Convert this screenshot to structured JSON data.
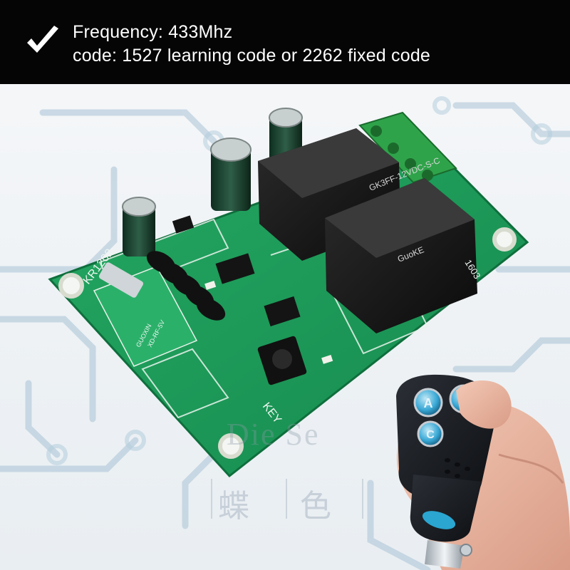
{
  "banner": {
    "icon": "check-icon",
    "line1": "Frequency: 433Mhz",
    "line2": "code: 1527 learning code or 2262 fixed code",
    "background": "#050505",
    "text_color": "#ffffff"
  },
  "board": {
    "model_label": "KR1202",
    "key_label": "KEY",
    "date_label": "1603",
    "module_label_1": "GUOXIN",
    "module_label_2": "XD-RF-5V",
    "relay_brand": "GuoKE",
    "relay_model": "GK3FF-12VDC-S-C",
    "color": "#1f9a5a"
  },
  "remote": {
    "buttons": [
      "A",
      "B",
      "C"
    ]
  },
  "watermark": {
    "latin": "Die Se",
    "chars": [
      "蝶",
      "色"
    ]
  }
}
